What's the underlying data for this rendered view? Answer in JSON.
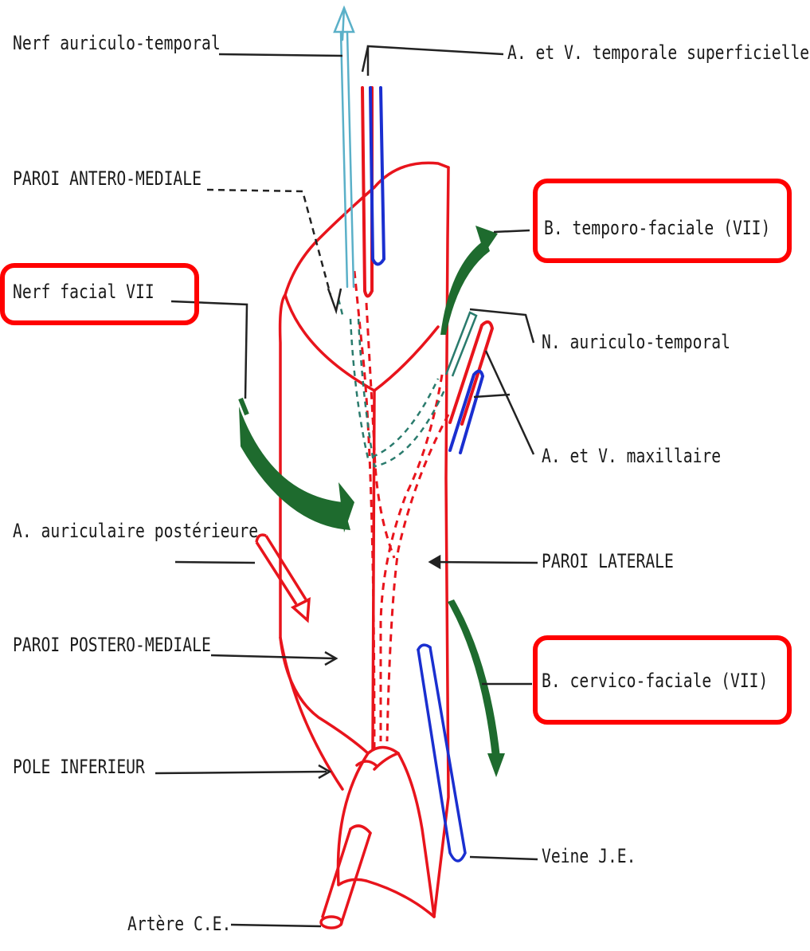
{
  "labels": {
    "nerf_auriculo_temporal": "Nerf auriculo-temporal",
    "a_v_temporale_superficielle": "A. et V. temporale superficielle",
    "paroi_antero_mediale": "PAROI ANTERO-MEDIALE",
    "b_temporo_faciale": "B. temporo-faciale  (VII)",
    "nerf_facial": "Nerf facial  VII",
    "n_auriculo_temporal": "N. auriculo-temporal",
    "a_v_maxillaire": "A. et V. maxillaire",
    "a_auriculaire_posterieure": "A. auriculaire postérieure",
    "paroi_laterale": "PAROI LATERALE",
    "paroi_postero_mediale": "PAROI POSTERO-MEDIALE",
    "b_cervico_faciale": "B. cervico-faciale (VII)",
    "pole_inferieur": "POLE  INFERIEUR",
    "veine_je": "Veine J.E.",
    "artere_ce": "Artère C.E."
  },
  "highlighted": [
    "b_temporo_faciale",
    "nerf_facial",
    "b_cervico_faciale"
  ],
  "colors": {
    "artery": "#e8141c",
    "vein": "#1a2fd0",
    "nerve_facial": "#1e6b2e",
    "nerve_sensory": "#5ab0c8",
    "leader": "#222222",
    "highlight": "#ff0000"
  }
}
